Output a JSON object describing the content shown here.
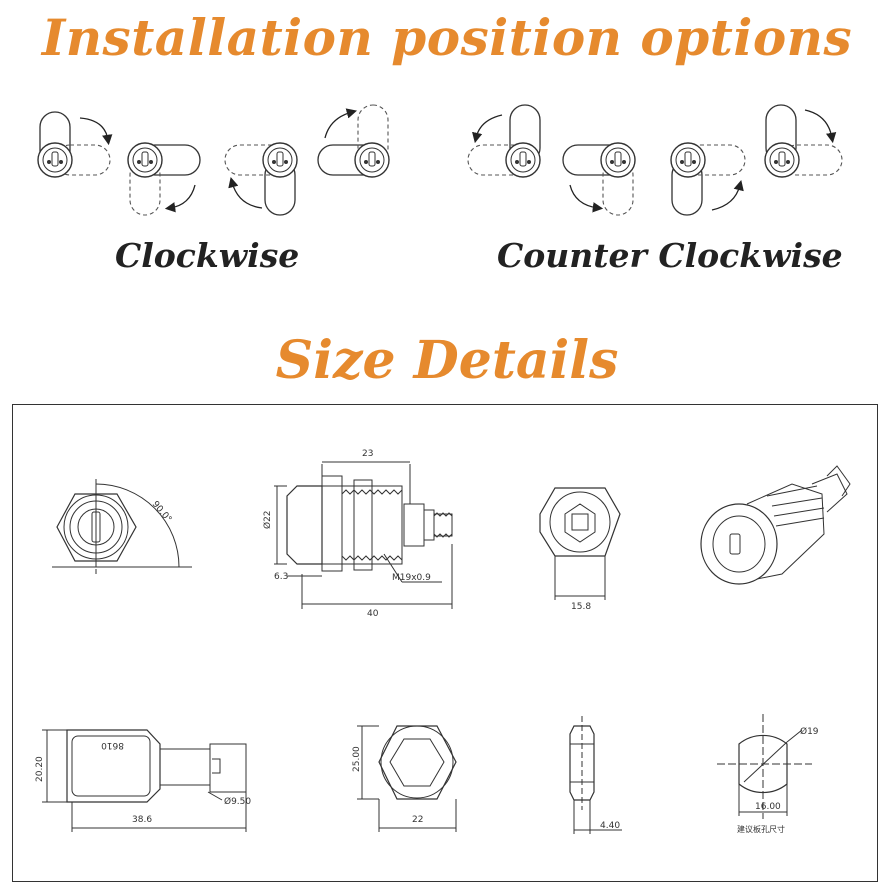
{
  "titles": {
    "installation": "Installation position options",
    "size": "Size Details"
  },
  "directions": {
    "clockwise": "Clockwise",
    "counter_clockwise": "Counter Clockwise"
  },
  "dimensions": {
    "angle": "90.0°",
    "length_23": "23",
    "diameter_22": "Ø22",
    "flange_6_3": "6.3",
    "thread": "M19x0.9",
    "length_40": "40",
    "width_15_8": "15.8",
    "key_code": "8610",
    "key_height": "20.20",
    "key_length": "38.6",
    "key_diameter": "Ø9.50",
    "nut_height": "25.00",
    "nut_width": "22",
    "nut_thickness": "4.40",
    "hole_diameter": "Ø19",
    "hole_width": "16.00",
    "hole_caption": "建议板孔尺寸"
  },
  "colors": {
    "heading": "#e68a2e",
    "text": "#222222",
    "line": "#333333"
  }
}
